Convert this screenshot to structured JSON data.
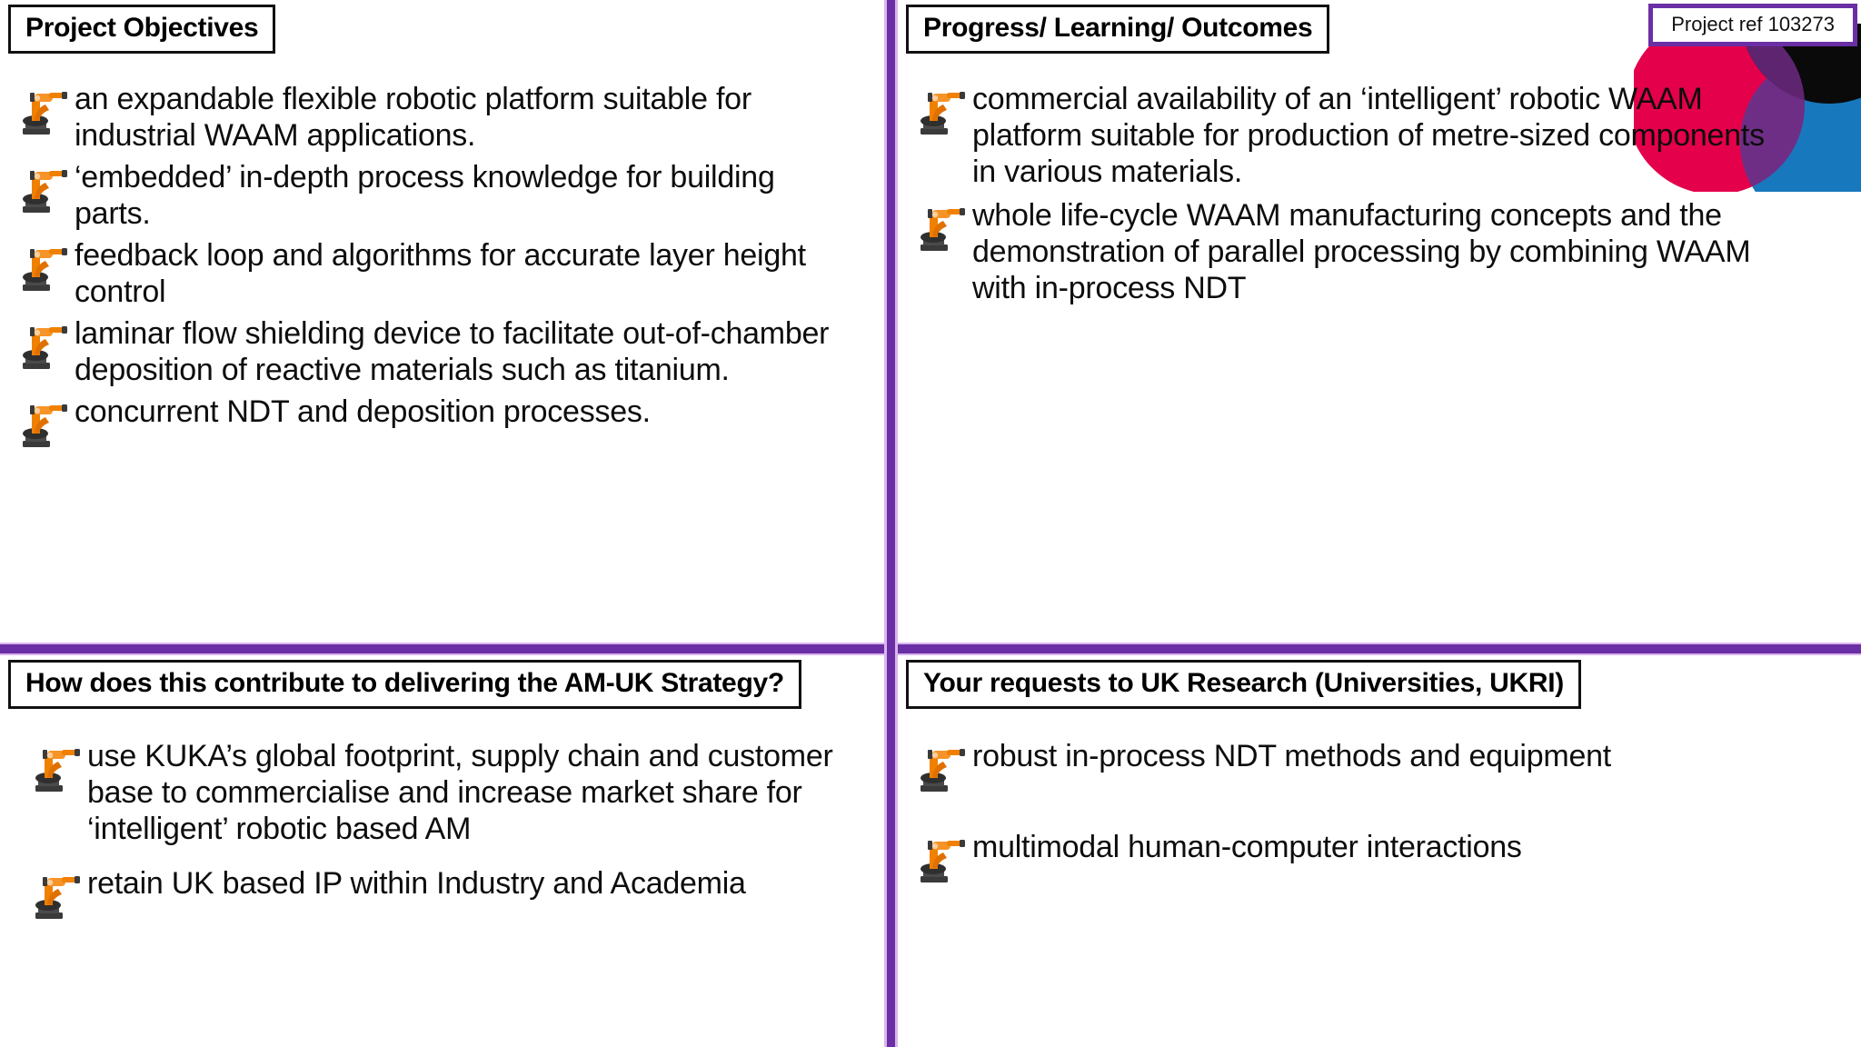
{
  "badge": {
    "project_ref": "Project ref 103273",
    "border_color": "#6B2FA5"
  },
  "theme": {
    "divider_color": "#6B2FA5",
    "divider_edge_color": "#D9B6EE",
    "robot_color": "#F08000",
    "header_border_color": "#111111",
    "text_color": "#0d0d0d"
  },
  "logo": {
    "name": "overlapping-circles-logo",
    "circles": [
      {
        "name": "pink-circle",
        "color": "#E4004B"
      },
      {
        "name": "blue-circle",
        "color": "#1878BE"
      },
      {
        "name": "black-circle",
        "color": "#0A0A0A"
      }
    ],
    "overlap_color": "#6E2E86"
  },
  "panels": {
    "top_left": {
      "title": "Project Objectives",
      "items": [
        "an expandable flexible robotic platform suitable for industrial WAAM applications.",
        "‘embedded’ in-depth process knowledge for building parts.",
        "feedback loop and algorithms for accurate layer height control",
        "laminar flow shielding device to facilitate out-of-chamber deposition of reactive materials such as titanium.",
        "concurrent NDT and deposition processes."
      ]
    },
    "top_right": {
      "title": "Progress/ Learning/ Outcomes",
      "items": [
        "commercial availability of an ‘intelligent’ robotic WAAM platform suitable for production of metre-sized components in various materials.",
        "whole life-cycle WAAM manufacturing concepts and the demonstration of parallel processing by combining WAAM with in-process NDT"
      ]
    },
    "bottom_left": {
      "title": "How does this contribute to delivering the AM-UK Strategy?",
      "items": [
        "use KUKA’s global footprint, supply chain and customer base to commercialise and increase market share for ‘intelligent’ robotic based AM",
        "retain UK based IP within Industry and Academia"
      ]
    },
    "bottom_right": {
      "title": "Your requests to UK Research (Universities, UKRI)",
      "items": [
        "robust in-process NDT methods and equipment",
        "multimodal human-computer interactions"
      ]
    }
  }
}
